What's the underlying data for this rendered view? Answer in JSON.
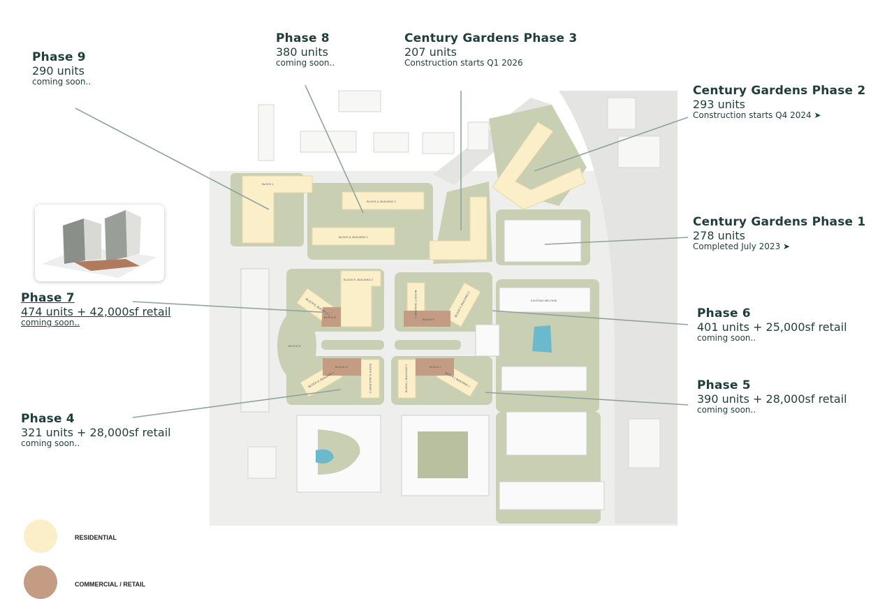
{
  "phases": [
    {
      "id": "phase-9",
      "title": "Phase 9",
      "units": "290 units",
      "status": "coming soon.."
    },
    {
      "id": "phase-8",
      "title": "Phase 8",
      "units": "380 units",
      "status": "coming soon.."
    },
    {
      "id": "cg-phase-3",
      "title": "Century Gardens Phase 3",
      "units": "207 units",
      "status": "Construction starts Q1 2026"
    },
    {
      "id": "cg-phase-2",
      "title": "Century Gardens Phase 2",
      "units": "293 units",
      "status": "Construction starts Q4 2024 ➤"
    },
    {
      "id": "cg-phase-1",
      "title": "Century Gardens Phase 1",
      "units": "278 units",
      "status": "Completed July 2023 ➤"
    },
    {
      "id": "phase-7",
      "title": "Phase 7",
      "units": "474 units + 42,000sf retail",
      "status": "coming soon.."
    },
    {
      "id": "phase-6",
      "title": "Phase 6",
      "units": "401 units + 25,000sf retail",
      "status": "coming soon.."
    },
    {
      "id": "phase-5",
      "title": "Phase 5",
      "units": "390 units + 28,000sf retail",
      "status": "coming soon.."
    },
    {
      "id": "phase-4",
      "title": "Phase 4",
      "units": "321 units + 28,000sf retail",
      "status": "coming soon.."
    }
  ],
  "legend": [
    {
      "label": "RESIDENTIAL",
      "color": "#fbefc9"
    },
    {
      "label": "COMMERCIAL / RETAIL",
      "color": "#c49c84"
    }
  ],
  "blocks": {
    "l": "BLOCK L",
    "a2": "BLOCK A, BUILDING 2",
    "a1": "BLOCK A, BUILDING 1",
    "e2": "BLOCK E, BUILDING 2",
    "e": "BLOCK E",
    "e1": "BLOCK E, BUILDING 1",
    "f1": "BLOCK F, BUILDING 1",
    "f": "BLOCK F",
    "f2": "BLOCK F, BUILDING 2",
    "d": "BLOCK D",
    "h": "BLOCK H",
    "h1": "BLOCK H, BUILDING 1",
    "h2": "BLOCK H, BUILDING 2",
    "i": "BLOCK I",
    "i1": "BLOCK I, BUILDING 1",
    "i2": "BLOCK I, BUILDING 2",
    "emr": "EXISTING MID RISE"
  },
  "colors": {
    "text": "#1f3d3a",
    "leader": "#8ea39d",
    "road": "#e4e4e2",
    "park": "#c8cfb3",
    "residential": "#fbefc9",
    "commercial": "#c49c84",
    "water": "#6cb8cc"
  }
}
